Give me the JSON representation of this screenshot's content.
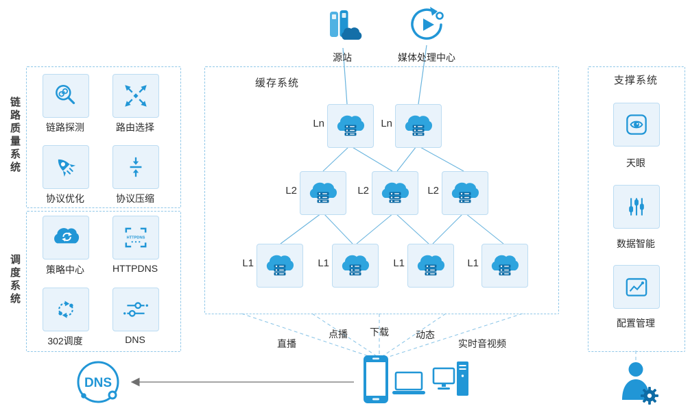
{
  "colors": {
    "primary": "#2196d6",
    "dark_blue": "#0e6ca6",
    "tile_bg": "#e9f3fb",
    "tile_border": "#bcdcf2",
    "panel_border": "#8fc7e8",
    "text": "#333333"
  },
  "top_nodes": {
    "origin_label": "源站",
    "media_label": "媒体处理中心"
  },
  "panels": {
    "link_quality": {
      "title": "链路质量系统",
      "tiles": [
        {
          "label": "链路探测"
        },
        {
          "label": "路由选择"
        },
        {
          "label": "协议优化"
        },
        {
          "label": "协议压缩"
        }
      ]
    },
    "scheduling": {
      "title": "调度系统",
      "tiles": [
        {
          "label": "策略中心"
        },
        {
          "label": "HTTPDNS",
          "icon_text": "HTTPDNS"
        },
        {
          "label": "302调度"
        },
        {
          "label": "DNS"
        }
      ]
    },
    "cache": {
      "title": "缓存系统",
      "layer_labels": {
        "ln": "Ln",
        "l2": "L2",
        "l1": "L1"
      }
    },
    "support": {
      "title": "支撑系统",
      "tiles": [
        {
          "label": "天眼"
        },
        {
          "label": "数据智能"
        },
        {
          "label": "配置管理"
        }
      ]
    }
  },
  "services": {
    "live": "直播",
    "vod": "点播",
    "download": "下载",
    "dynamic": "动态",
    "rtav": "实时音视频"
  },
  "bottom": {
    "dns_label": "DNS"
  }
}
